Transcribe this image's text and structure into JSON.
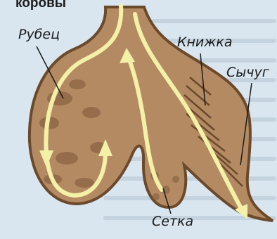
{
  "title_fragment": "коровы",
  "labels": {
    "rumen": "Рубец",
    "omasum": "Книжка",
    "abomasum": "Сычуг",
    "reticulum": "Сетка"
  },
  "colors": {
    "background": "#d9e6f0",
    "stomach_wall": "#6b4a2c",
    "stomach_fill": "#b48a63",
    "inner_tissue": "#8c6443",
    "arrow": "#f3f0a8"
  }
}
